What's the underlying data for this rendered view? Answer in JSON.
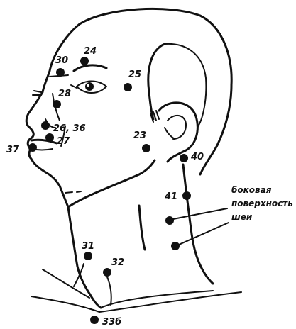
{
  "points": [
    {
      "id": "p24",
      "label": "24"
    },
    {
      "id": "p30",
      "label": "30"
    },
    {
      "id": "p25",
      "label": "25"
    },
    {
      "id": "p28",
      "label": "28"
    },
    {
      "id": "p26-36",
      "label": "26, 36"
    },
    {
      "id": "p23",
      "label": "23"
    },
    {
      "id": "p27",
      "label": "27"
    },
    {
      "id": "p37",
      "label": "37"
    },
    {
      "id": "p40",
      "label": "40"
    },
    {
      "id": "p41",
      "label": "41"
    },
    {
      "id": "p31",
      "label": "31"
    },
    {
      "id": "p32",
      "label": "32"
    },
    {
      "id": "p33b",
      "label": "33б"
    }
  ],
  "neck_side_note": [
    "боковая",
    "поверхность",
    "шеи"
  ]
}
